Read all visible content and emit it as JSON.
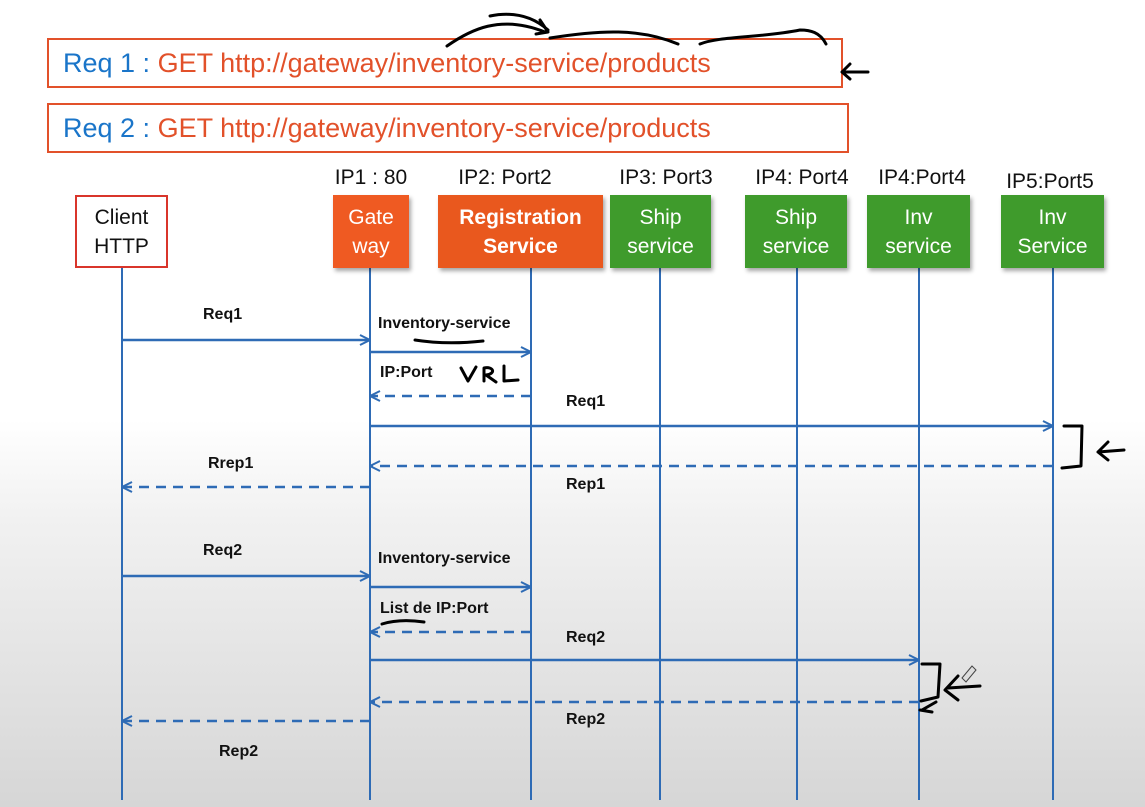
{
  "requests": [
    {
      "id": "Req 1 : ",
      "url": "GET http://gateway/inventory-service/products"
    },
    {
      "id": "Req 2 : ",
      "url": "GET http://gateway/inventory-service/products"
    }
  ],
  "actors": [
    {
      "key": "client",
      "ip": "",
      "label": "Client\nHTTP"
    },
    {
      "key": "gateway",
      "ip": "IP1 : 80",
      "label": "Gate\nway"
    },
    {
      "key": "registry",
      "ip": "IP2: Port2",
      "label": "Registration\nService"
    },
    {
      "key": "ship1",
      "ip": "IP3: Port3",
      "label": "Ship\nservice"
    },
    {
      "key": "ship2",
      "ip": "IP4: Port4",
      "label": "Ship\nservice"
    },
    {
      "key": "inv1",
      "ip": "IP4:Port4",
      "label": "Inv\nservice"
    },
    {
      "key": "inv2",
      "ip": "IP5:Port5",
      "label": "Inv\nService"
    }
  ],
  "messages": [
    {
      "from": "client",
      "to": "gateway",
      "style": "solid",
      "label": "Req1"
    },
    {
      "from": "gateway",
      "to": "registry",
      "style": "solid",
      "label": "Inventory-service"
    },
    {
      "from": "registry",
      "to": "gateway",
      "style": "dashed",
      "label": "IP:Port"
    },
    {
      "from": "gateway",
      "to": "inv2",
      "style": "solid",
      "label": "Req1"
    },
    {
      "from": "inv2",
      "to": "gateway",
      "style": "dashed",
      "label": "Rep1"
    },
    {
      "from": "gateway",
      "to": "client",
      "style": "dashed",
      "label": "Rrep1"
    },
    {
      "from": "client",
      "to": "gateway",
      "style": "solid",
      "label": "Req2"
    },
    {
      "from": "gateway",
      "to": "registry",
      "style": "solid",
      "label": "Inventory-service"
    },
    {
      "from": "registry",
      "to": "gateway",
      "style": "dashed",
      "label": "List de IP:Port"
    },
    {
      "from": "gateway",
      "to": "inv1",
      "style": "solid",
      "label": "Req2"
    },
    {
      "from": "inv1",
      "to": "gateway",
      "style": "dashed",
      "label": "Rep2"
    },
    {
      "from": "gateway",
      "to": "client",
      "style": "dashed",
      "label": "Rep2"
    }
  ],
  "annotations": {
    "handwritten_note": "VRL"
  },
  "colors": {
    "accent_orange": "#e2512a",
    "accent_blue": "#1a75c9",
    "arrow_blue": "#2e6bb5",
    "service_green": "#3f9b2c"
  }
}
